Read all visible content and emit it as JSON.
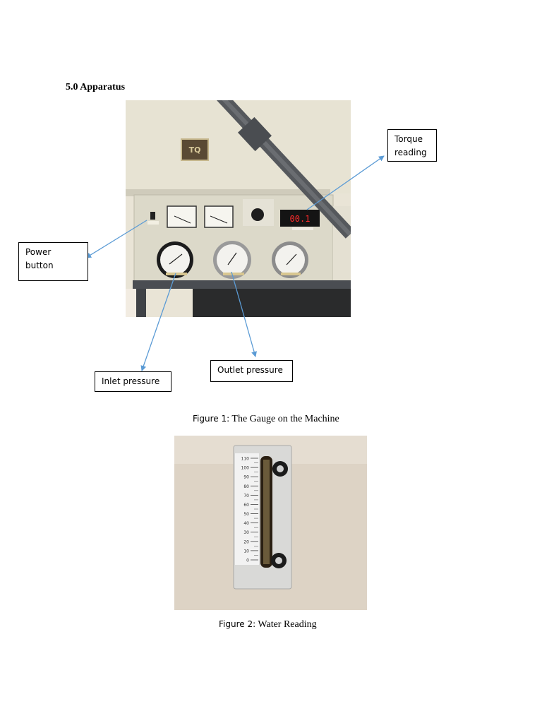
{
  "section": {
    "heading": "5.0 Apparatus"
  },
  "figure1": {
    "callouts": {
      "torque": [
        "Torque",
        "reading"
      ],
      "power": [
        "Power",
        "button"
      ],
      "inlet": "Inlet pressure",
      "outlet": "Outlet pressure"
    },
    "display_value": "00.1",
    "caption_label": "Figure 1:",
    "caption_text": " The Gauge on the Machine"
  },
  "figure2": {
    "scale_ticks": [
      "110",
      "100",
      "90",
      "80",
      "70",
      "60",
      "50",
      "40",
      "30",
      "20",
      "10",
      "0"
    ],
    "caption_label": "Figure 2:",
    "caption_text": " Water Reading"
  },
  "colors": {
    "arrow": "#5b9bd5",
    "panel": "#d8d6c6",
    "housing": "#e6e2d2"
  }
}
